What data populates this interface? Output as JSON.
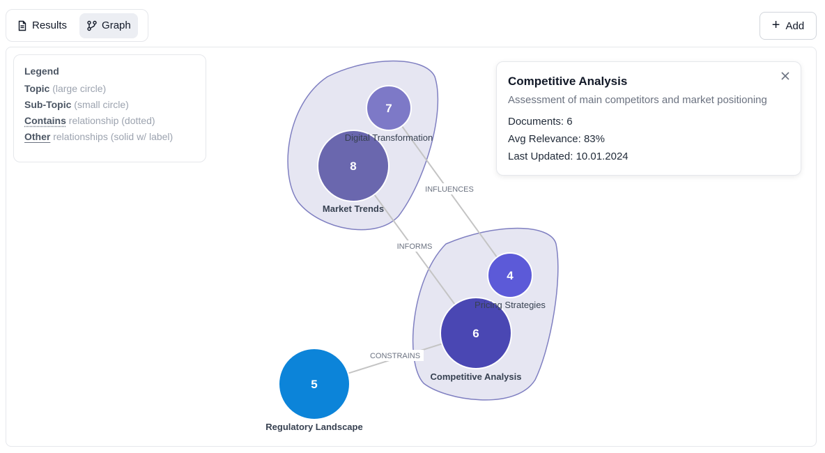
{
  "tabs": [
    {
      "label": "Results",
      "icon": "document-icon",
      "active": false
    },
    {
      "label": "Graph",
      "icon": "graph-icon",
      "active": true
    }
  ],
  "add_button": {
    "label": "Add",
    "icon": "plus-icon"
  },
  "legend": {
    "title": "Legend",
    "rows": [
      {
        "term": "Topic",
        "desc": "(large circle)"
      },
      {
        "term": "Sub-Topic",
        "desc": "(small circle)"
      },
      {
        "term": "Contains",
        "desc": "relationship (dotted)"
      },
      {
        "term": "Other",
        "desc": "relationships (solid w/ label)"
      }
    ]
  },
  "popup": {
    "title": "Competitive Analysis",
    "description": "Assessment of main competitors and market positioning",
    "documents": "Documents: 6",
    "relevance": "Avg Relevance: 83%",
    "updated": "Last Updated: 10.01.2024",
    "close_icon": "close-icon"
  },
  "graph": {
    "colors": {
      "cluster_fill": "#e6e6f2",
      "cluster_stroke": "#7f7fc1",
      "edge": "#c4c4c4",
      "market_trends": "#6a67ae",
      "digital_transformation": "#7d79c7",
      "competitive_analysis": "#4a47b3",
      "pricing_strategies": "#5c5ad8",
      "regulatory_landscape": "#0c84d9"
    },
    "nodes": [
      {
        "id": "market_trends",
        "label": "Market Trends",
        "count": "8"
      },
      {
        "id": "digital_transformation",
        "label": "Digital Transformation",
        "count": "7"
      },
      {
        "id": "pricing_strategies",
        "label": "Pricing Strategies",
        "count": "4"
      },
      {
        "id": "competitive_analysis",
        "label": "Competitive Analysis",
        "count": "6"
      },
      {
        "id": "regulatory_landscape",
        "label": "Regulatory Landscape",
        "count": "5"
      }
    ],
    "edges": [
      {
        "label": "INFLUENCES"
      },
      {
        "label": "INFORMS"
      },
      {
        "label": "CONSTRAINS"
      }
    ]
  }
}
